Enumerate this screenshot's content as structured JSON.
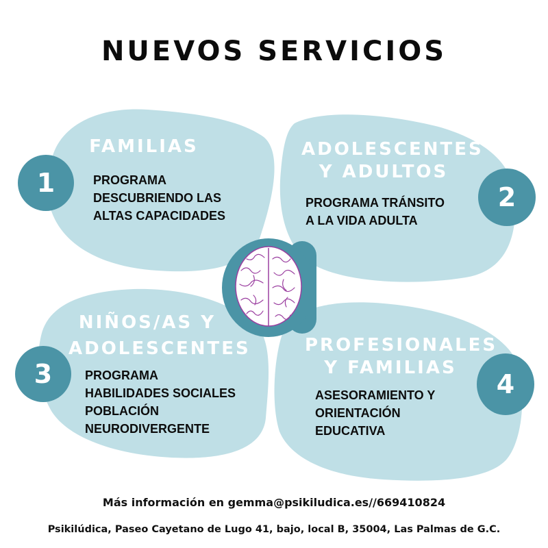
{
  "title": "NUEVOS SERVICIOS",
  "colors": {
    "blob": "#bfdfe6",
    "accent": "#4b94a6",
    "brain_stroke": "#9b3fa0",
    "heading_text": "#ffffff",
    "body_text": "#0c0c0c"
  },
  "services": [
    {
      "number": "1",
      "heading": [
        "FAMILIAS"
      ],
      "body": [
        "PROGRAMA",
        "DESCUBRIENDO LAS",
        "ALTAS CAPACIDADES"
      ]
    },
    {
      "number": "2",
      "heading": [
        "ADOLESCENTES",
        "Y ADULTOS"
      ],
      "body": [
        "PROGRAMA TRÁNSITO",
        "A LA VIDA ADULTA"
      ]
    },
    {
      "number": "3",
      "heading": [
        "NIÑOS/AS Y",
        "ADOLESCENTES"
      ],
      "body": [
        "PROGRAMA",
        "HABILIDADES SOCIALES",
        "POBLACIÓN",
        "NEURODIVERGENTE"
      ]
    },
    {
      "number": "4",
      "heading": [
        "PROFESIONALES",
        "Y FAMILIAS"
      ],
      "body": [
        "ASESORAMIENTO Y",
        "ORIENTACIÓN",
        "EDUCATIVA"
      ]
    }
  ],
  "logo": {
    "icon": "brain-in-letter-a-icon"
  },
  "footer": {
    "contact": "Más información en gemma@psikiludica.es//669410824",
    "address": "Psikilúdica, Paseo Cayetano de Lugo 41, bajo, local B, 35004, Las Palmas de G.C."
  }
}
